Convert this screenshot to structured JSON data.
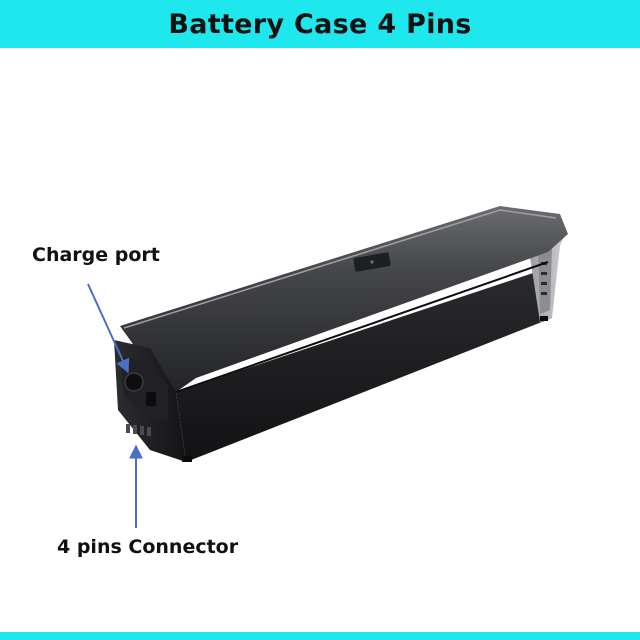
{
  "header": {
    "title": "Battery Case 4 Pins",
    "bar_color": "#1ee7ee"
  },
  "footer": {
    "bar_color": "#1ee7ee"
  },
  "annotations": {
    "charge_port_label": "Charge port",
    "connector_label": "4 pins Connector",
    "arrow_color": "#4a6fc4"
  },
  "product": {
    "body_color": "#1b1c1f",
    "cover_color": "#3a3b3f"
  }
}
